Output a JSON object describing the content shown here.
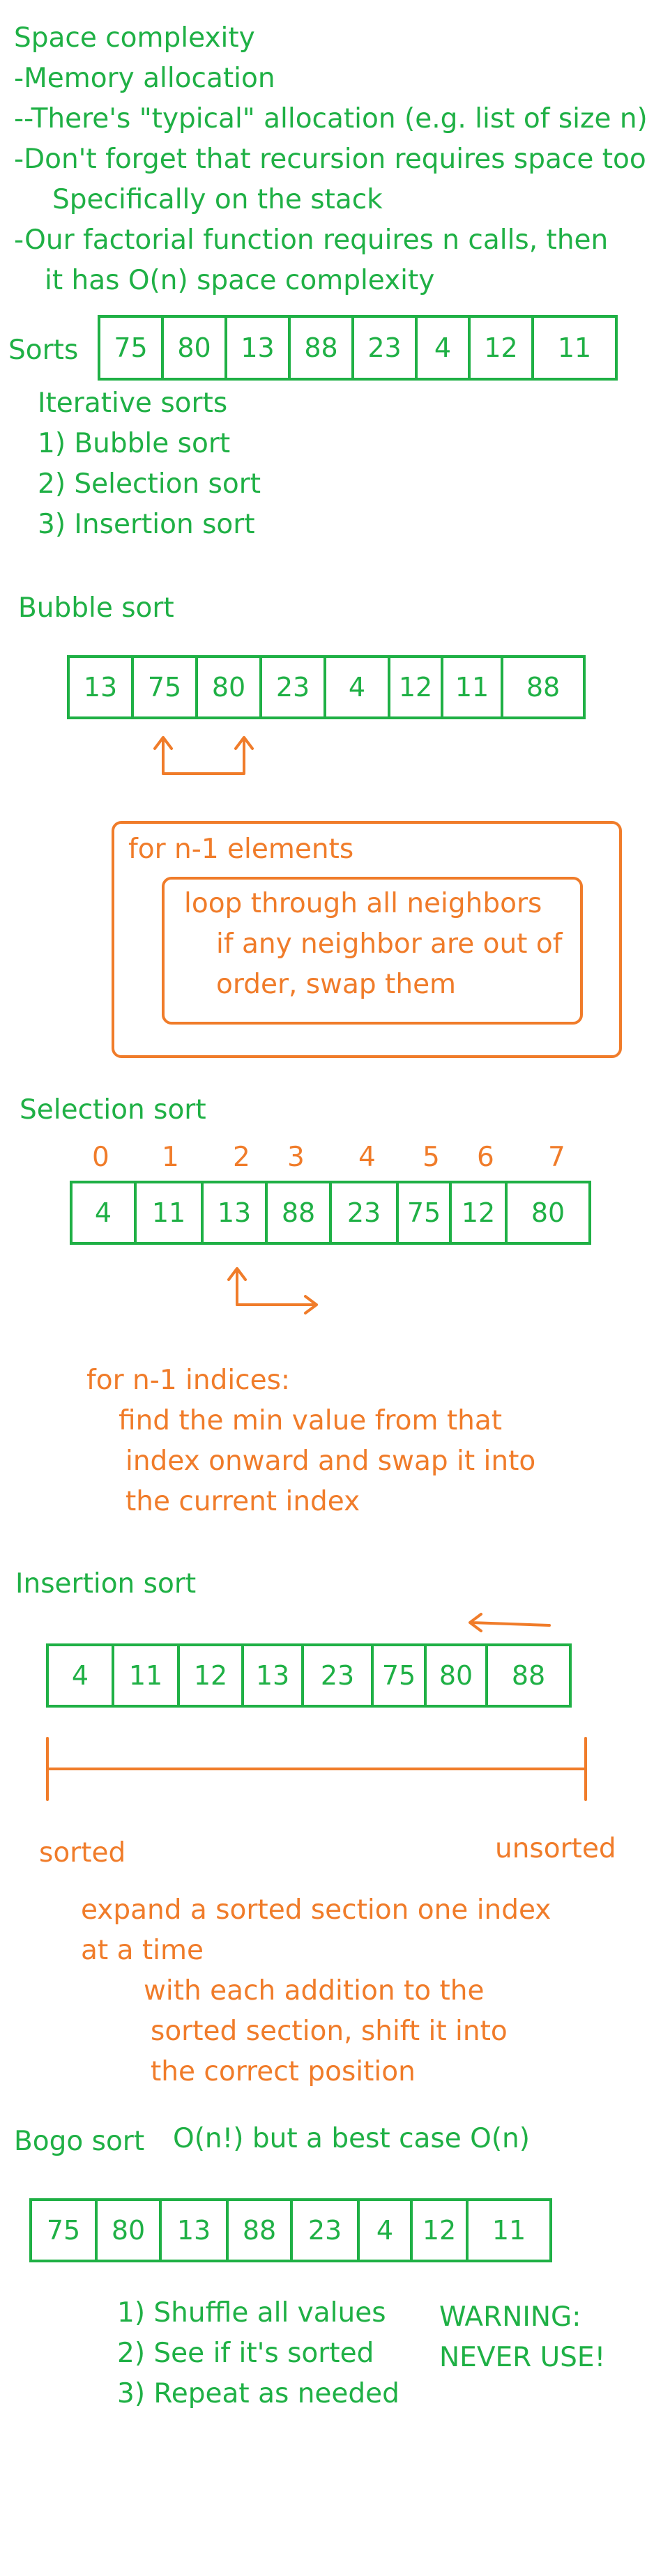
{
  "space": {
    "title": "Space complexity",
    "lines": [
      "-Memory allocation",
      "--There's \"typical\" allocation (e.g. list of size n)",
      "-Don't forget that recursion requires space too",
      "Specifically on the stack",
      "-Our factorial function requires n calls, then",
      "it has O(n) space complexity"
    ]
  },
  "sorts": {
    "label": "Sorts",
    "values": [
      "75",
      "80",
      "13",
      "88",
      "23",
      "4",
      "12",
      "11"
    ],
    "heading": "Iterative sorts",
    "list": [
      "1) Bubble sort",
      "2) Selection sort",
      "3) Insertion sort"
    ]
  },
  "bubble": {
    "title": "Bubble sort",
    "values": [
      "13",
      "75",
      "80",
      "23",
      "4",
      "12",
      "11",
      "88"
    ],
    "outer": "for n-1 elements",
    "inner": [
      "loop through all neighbors",
      "if any neighbor are out of",
      "order, swap them"
    ]
  },
  "selection": {
    "title": "Selection sort",
    "indices": [
      "0",
      "1",
      "2",
      "3",
      "4",
      "5",
      "6",
      "7"
    ],
    "values": [
      "4",
      "11",
      "13",
      "88",
      "23",
      "75",
      "12",
      "80"
    ],
    "text": [
      "for n-1 indices:",
      "find the min value from that",
      "index onward and swap it into",
      "the current index"
    ]
  },
  "insertion": {
    "title": "Insertion sort",
    "values": [
      "4",
      "11",
      "12",
      "13",
      "23",
      "75",
      "80",
      "88"
    ],
    "sorted_label": "sorted",
    "unsorted_label": "unsorted",
    "text": [
      "expand a sorted section one index",
      "at a time",
      "with each addition to the",
      "sorted section, shift it into",
      "the correct position"
    ]
  },
  "bogo": {
    "title": "Bogo sort",
    "complexity": "O(n!) but a best case O(n)",
    "values": [
      "75",
      "80",
      "13",
      "88",
      "23",
      "4",
      "12",
      "11"
    ],
    "steps": [
      "1) Shuffle all values",
      "2) See if it's sorted",
      "3) Repeat as needed"
    ],
    "warning": [
      "WARNING:",
      "NEVER USE!"
    ]
  },
  "colors": {
    "green": "#1fb045",
    "orange": "#f07c2a"
  }
}
